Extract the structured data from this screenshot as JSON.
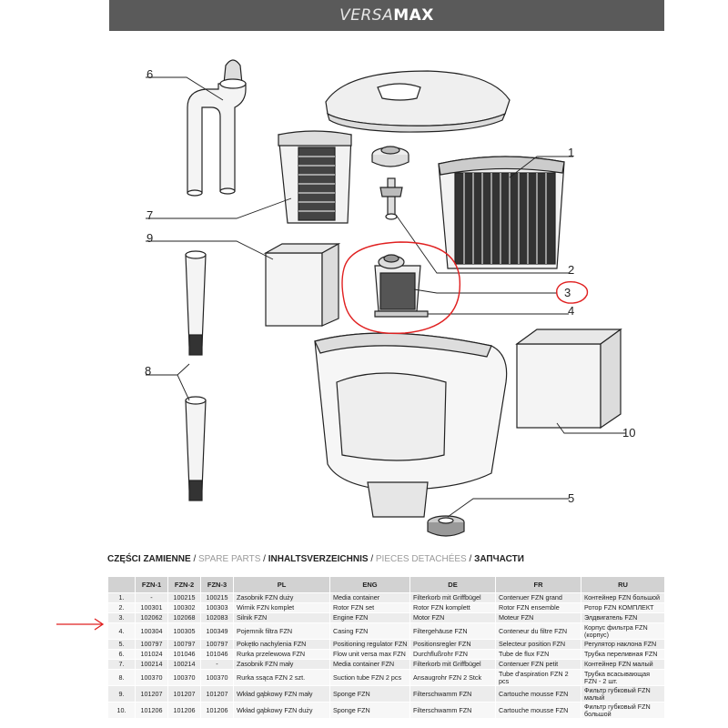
{
  "header": {
    "brand_light": "VERSA",
    "brand_bold": "MAX"
  },
  "callouts": [
    "1",
    "2",
    "3",
    "4",
    "5",
    "6",
    "7",
    "8",
    "9",
    "10"
  ],
  "section": {
    "pl": "CZĘŚCI ZAMIENNE",
    "en": "SPARE PARTS",
    "de": "INHALTSVERZEICHNIS",
    "fr": "PIECES DETACHÉES",
    "ru": "ЗАПЧАСТИ",
    "separator": " / "
  },
  "table": {
    "columns": [
      "",
      "FZN-1",
      "FZN-2",
      "FZN-3",
      "PL",
      "ENG",
      "DE",
      "FR",
      "RU"
    ],
    "rows": [
      [
        "1.",
        "-",
        "100215",
        "100215",
        "Zasobnik FZN duży",
        "Media container",
        "Filterkorb mit Griffbügel",
        "Contenuer FZN grand",
        "Контейнер FZN большой"
      ],
      [
        "2.",
        "100301",
        "100302",
        "100303",
        "Wirnik FZN komplet",
        "Rotor FZN set",
        "Rotor FZN komplett",
        "Rotor FZN ensemble",
        "Ротор FZN КОМПЛЕКТ"
      ],
      [
        "3.",
        "102062",
        "102068",
        "102083",
        "Silnik FZN",
        "Engine FZN",
        "Motor FZN",
        "Moteur FZN",
        "Элдвигатель FZN"
      ],
      [
        "4.",
        "100304",
        "100305",
        "100349",
        "Pojemnik filtra FZN",
        "Casing FZN",
        "Filtergehäuse FZN",
        "Conteneur du filtre FZN",
        "Корпус фильтра FZN (корпус)"
      ],
      [
        "5.",
        "100797",
        "100797",
        "100797",
        "Pokętło nachylenia FZN",
        "Positioning regulator FZN",
        "Positionsregler FZN",
        "Selecteur position FZN",
        "Регулятор наклона FZN"
      ],
      [
        "6.",
        "101024",
        "101046",
        "101046",
        "Rurka przelewowa FZN",
        "Flow unit versa max FZN",
        "Durchflußrohr FZN",
        "Tube de flux FZN",
        "Трубка переливная FZN"
      ],
      [
        "7.",
        "100214",
        "100214",
        "-",
        "Zasobnik FZN mały",
        "Media container FZN",
        "Filterkorb mit Griffbügel",
        "Contenuer FZN petit",
        "Контейнер FZN малый"
      ],
      [
        "8.",
        "100370",
        "100370",
        "100370",
        "Rurka ssąca FZN 2 szt.",
        "Suction tube FZN 2 pcs",
        "Ansaugrohr FZN  2 Stck",
        "Tube d'aspiration FZN 2 pcs",
        "Трубка всасывающая FZN - 2 шт."
      ],
      [
        "9.",
        "101207",
        "101207",
        "101207",
        "Wkład gąbkowy FZN mały",
        "Sponge FZN",
        "Filterschwamm FZN",
        "Cartouche mousse FZN",
        "Фильтр губковый FZN малый"
      ],
      [
        "10.",
        "101206",
        "101206",
        "101206",
        "Wkład gąbkowy FZN duży",
        "Sponge FZN",
        "Filterschwamm FZN",
        "Cartouche mousse FZN",
        "Фильтр губковый FZN большой"
      ]
    ]
  },
  "colors": {
    "header_bg": "#5a5a5a",
    "annotation_red": "#e02020",
    "row_odd": "#ececec",
    "row_even": "#f7f7f7",
    "table_header": "#d2d2d2"
  }
}
